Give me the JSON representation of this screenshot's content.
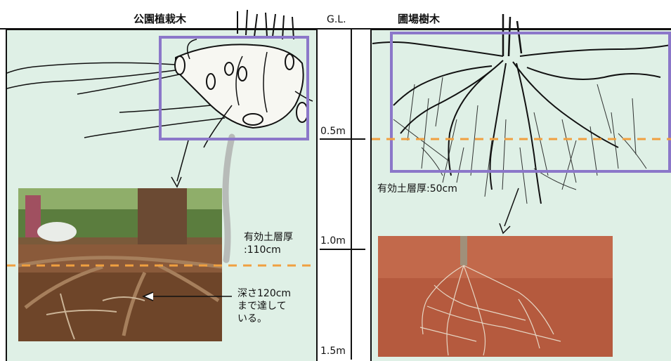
{
  "left_panel": {
    "title": "公園植栽木"
  },
  "right_panel": {
    "title": "圃場樹木"
  },
  "scale": {
    "gl": "G.L.",
    "m05": "0.5m",
    "m10": "1.0m",
    "m15": "1.5m"
  },
  "left_annotation": {
    "depth_label_line1": "有効土層厚",
    "depth_label_line2": ":110cm",
    "note_line1": "深さ120cm",
    "note_line2": "まで達して",
    "note_line3": "いる。"
  },
  "right_annotation": {
    "depth_label": "有効土層厚:50cm"
  },
  "colors": {
    "panel_bg": "#dff0e6",
    "highlight_box": "#8b77c9",
    "depth_line": "#f0a040"
  }
}
